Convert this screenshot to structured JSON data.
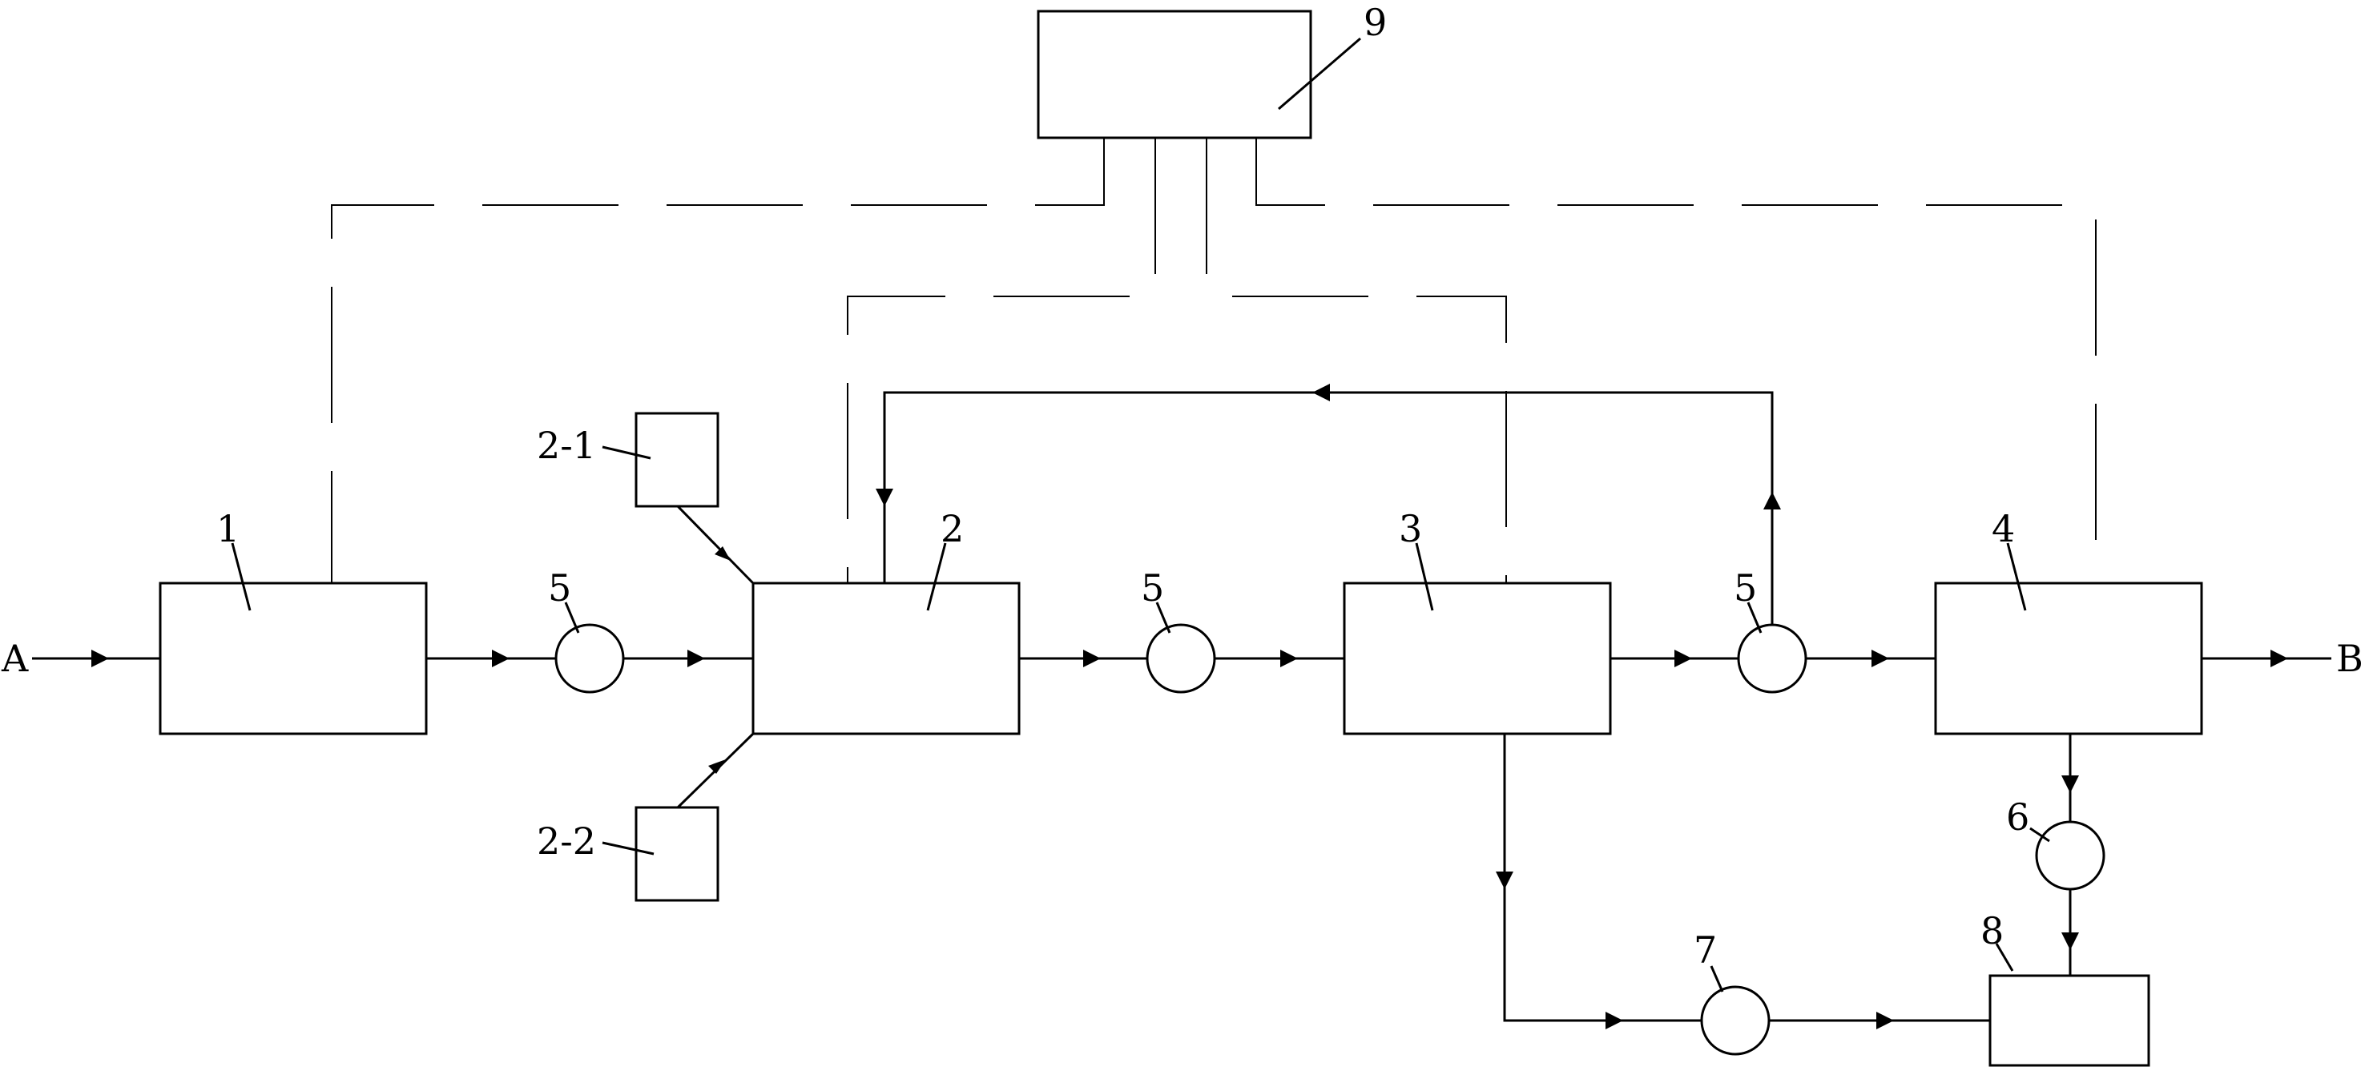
{
  "diagram": {
    "inlet_label": "A",
    "outlet_label": "B",
    "unit_1": "1",
    "unit_2": "2",
    "unit_3": "3",
    "unit_4": "4",
    "pump_a": "5",
    "pump_b": "5",
    "pump_c": "5",
    "pump_6": "6",
    "pump_7": "7",
    "tank_8": "8",
    "controller_9": "9",
    "feeder_2_1": "2-1",
    "feeder_2_2": "2-2"
  }
}
